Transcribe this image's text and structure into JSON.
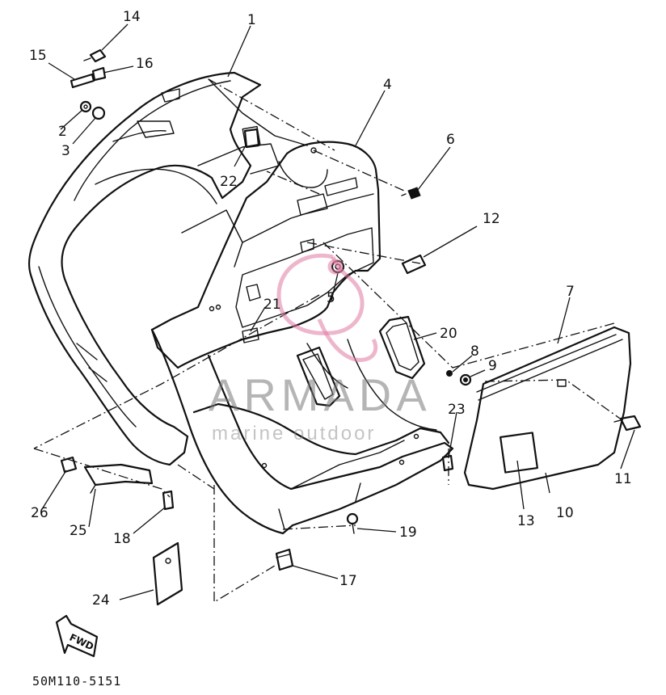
{
  "callouts": {
    "c1": "1",
    "c2": "2",
    "c3": "3",
    "c4": "4",
    "c5": "5",
    "c6": "6",
    "c7": "7",
    "c8": "8",
    "c9": "9",
    "c10": "10",
    "c11": "11",
    "c12": "12",
    "c13": "13",
    "c14": "14",
    "c15": "15",
    "c16": "16",
    "c17": "17",
    "c18": "18",
    "c19": "19",
    "c20": "20",
    "c21": "21",
    "c22": "22",
    "c23": "23",
    "c24": "24",
    "c25": "25",
    "c26": "26"
  },
  "direction_marker": {
    "text": "FWD"
  },
  "drawing_code": "50M110-5151",
  "watermark": {
    "brand": "ARMADA",
    "tagline": "marine outdoor",
    "logo_color": "#e07aa3"
  }
}
